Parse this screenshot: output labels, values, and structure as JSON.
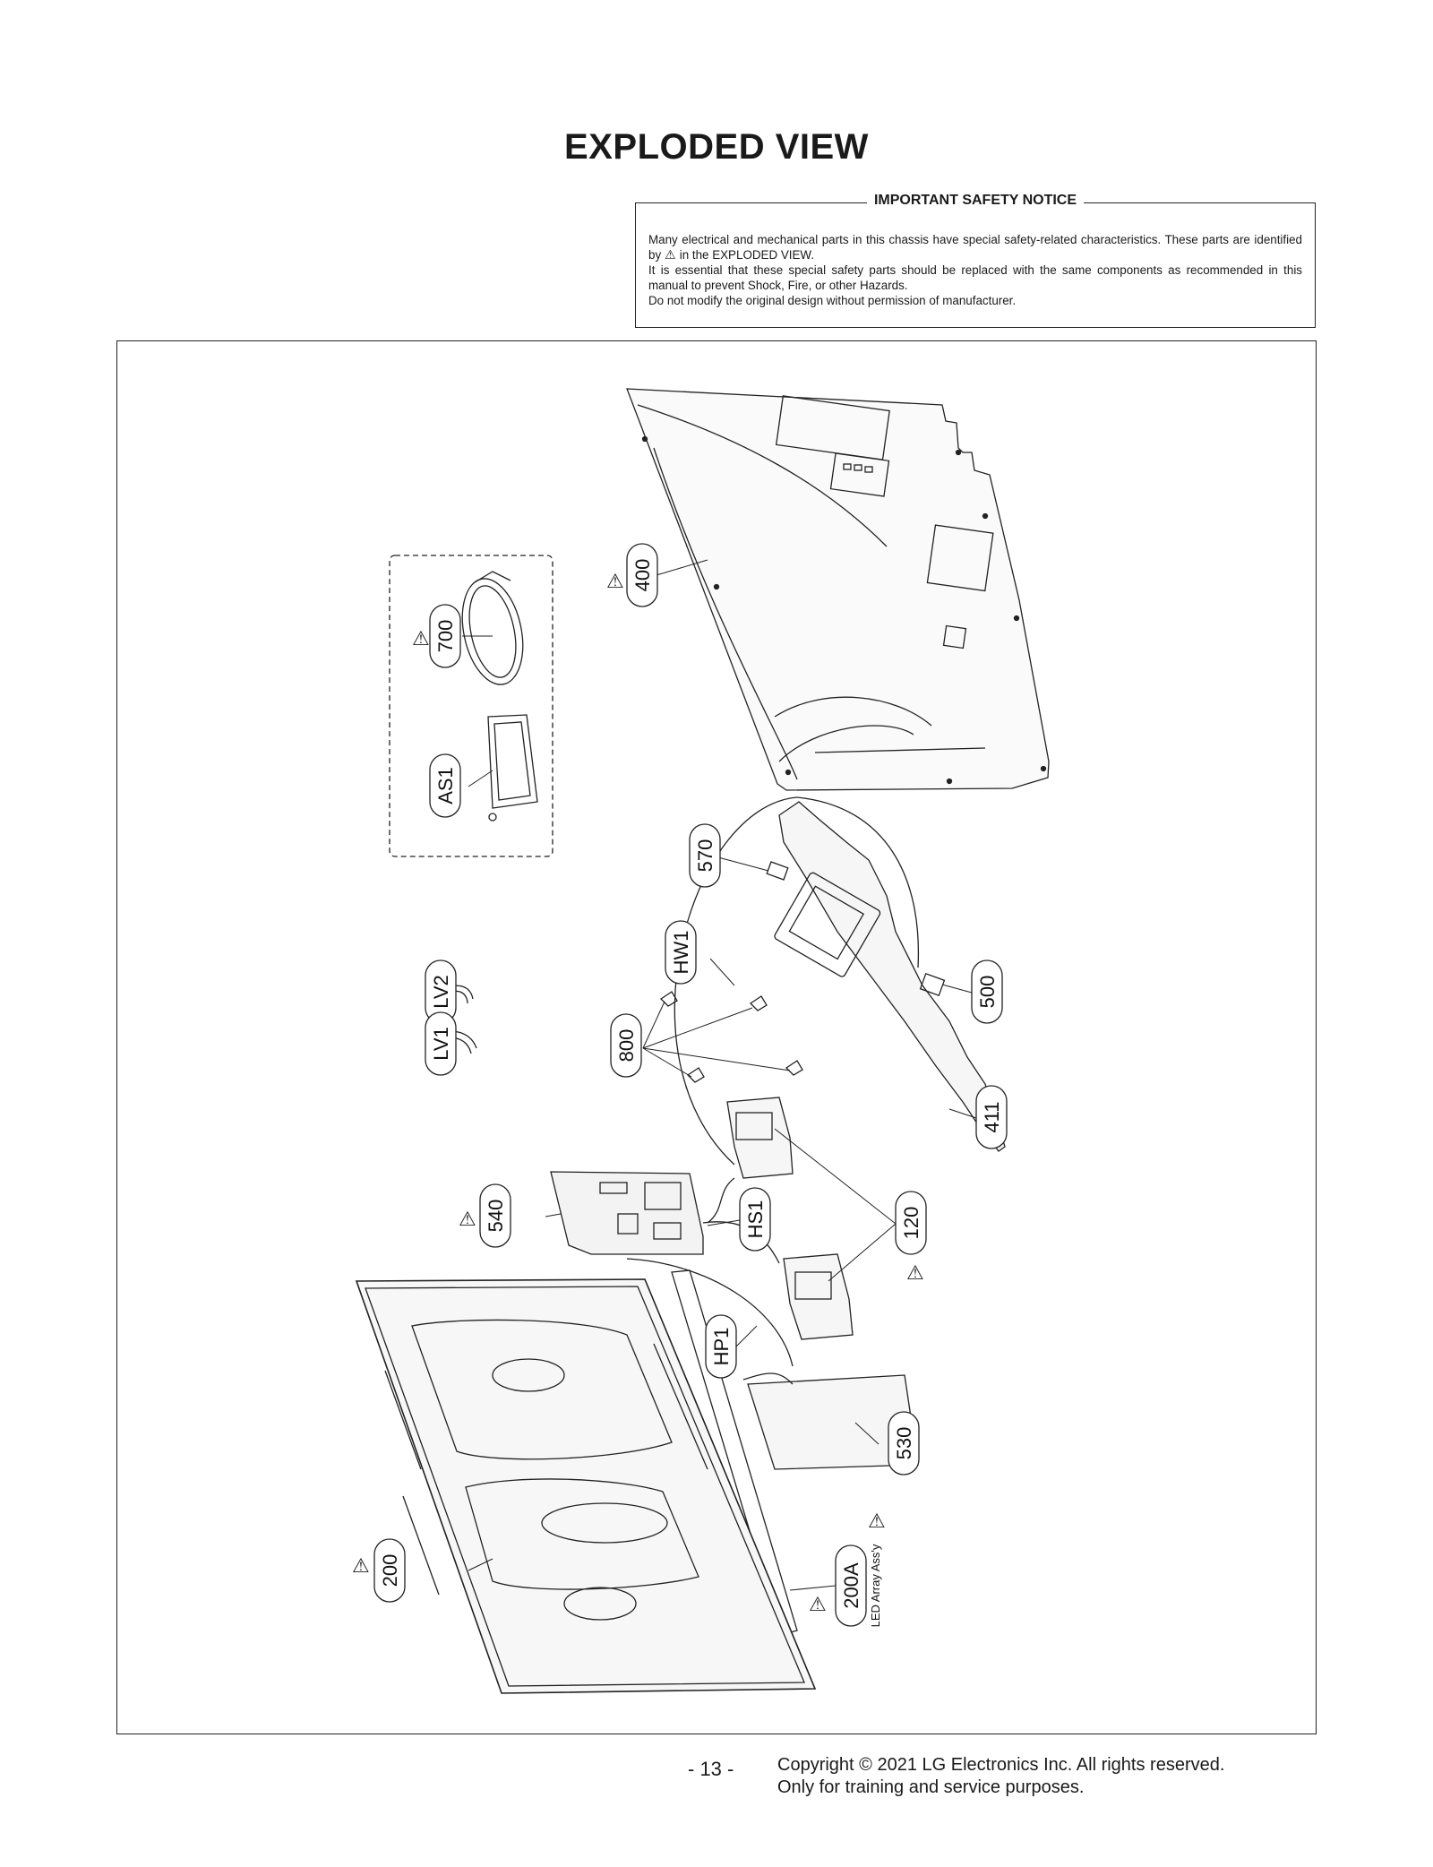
{
  "page": {
    "title": "EXPLODED VIEW",
    "page_number": "- 13 -",
    "copyright_line1": "Copyright © 2021 LG Electronics Inc. All rights reserved.",
    "copyright_line2": "Only for training and service purposes."
  },
  "notice": {
    "title": "IMPORTANT SAFETY NOTICE",
    "line1_a": "Many electrical and mechanical parts in this chassis have special safety-related characteristics. These parts are identified by",
    "line1_b": "in the EXPLODED VIEW.",
    "line2": "It is essential that these special safety parts should be replaced with the same components as recommended in this manual to prevent Shock, Fire, or other Hazards.",
    "line3": "Do not modify the original design without permission of manufacturer."
  },
  "labels": {
    "p400": "400",
    "p700": "700",
    "pAS1": "AS1",
    "p570": "570",
    "pHW1": "HW1",
    "p500": "500",
    "pLV2": "LV2",
    "pLV1": "LV1",
    "p800": "800",
    "p411": "411",
    "p540": "540",
    "pHS1": "HS1",
    "p120": "120",
    "pHP1": "HP1",
    "p530": "530",
    "p200": "200",
    "p200A": "200A",
    "led_array": "LED Array Ass'y"
  }
}
